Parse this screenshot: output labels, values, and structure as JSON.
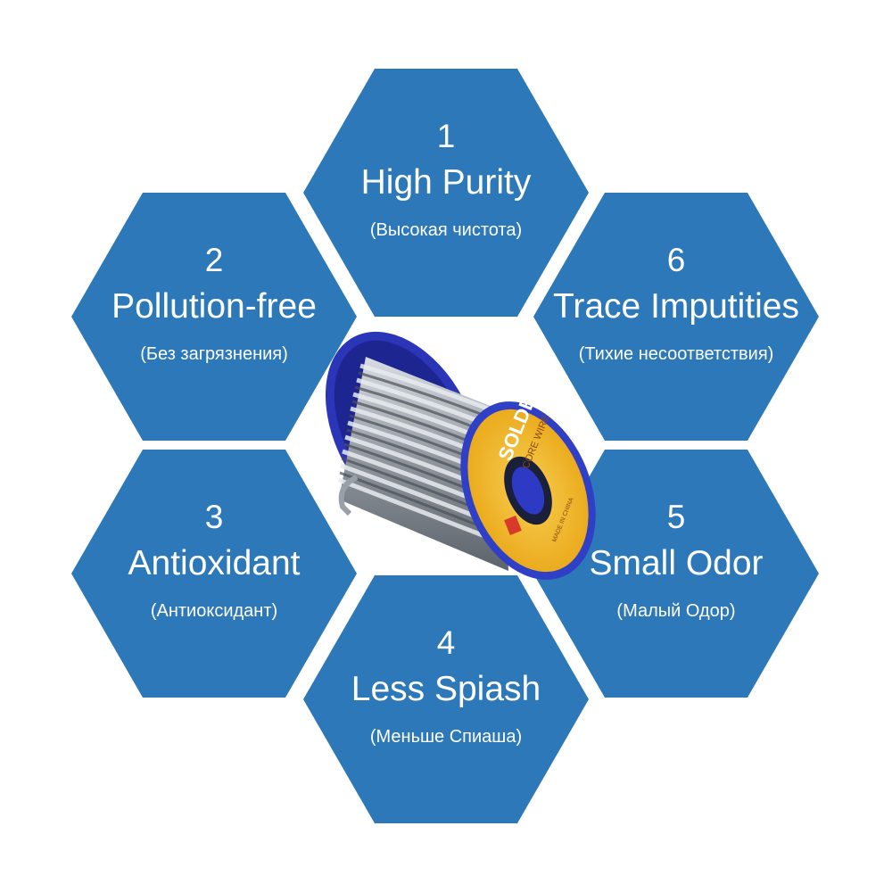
{
  "colors": {
    "hex_fill": "#2c78b9",
    "text": "#ffffff",
    "spool_flange": "#2f3fc6",
    "label_yellow": "#f3b51b",
    "label_red": "#d83a2a",
    "wire": "#a7acb4"
  },
  "features": [
    {
      "number": "1",
      "title": "High Purity",
      "subtitle": "(Высокая чистота)"
    },
    {
      "number": "2",
      "title": "Pollution-free",
      "subtitle": "(Без загрязнения)"
    },
    {
      "number": "3",
      "title": "Antioxidant",
      "subtitle": "(Антиоксидант)"
    },
    {
      "number": "4",
      "title": "Less Spiash",
      "subtitle": "(Меньше Спиаша)"
    },
    {
      "number": "5",
      "title": "Small Odor",
      "subtitle": "(Малый Одор)"
    },
    {
      "number": "6",
      "title": "Trace Imputities",
      "subtitle": "(Тихие несоответствия)"
    }
  ],
  "product": {
    "name": "solder-wire-spool-image",
    "label_text": "SOLDER",
    "label_subtext": "CORE WIRE",
    "label_small": "MADE IN CHINA"
  }
}
